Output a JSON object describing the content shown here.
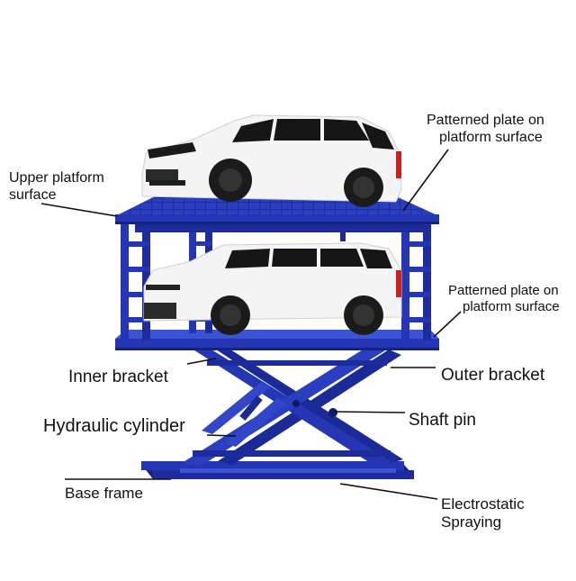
{
  "colors": {
    "frame": "#2436b4",
    "frame_dark": "#15237e",
    "frame_light": "#3d53d6",
    "car_body": "#f4f4f4",
    "car_window": "#161616",
    "leader_line": "#111111",
    "text": "#111111"
  },
  "labels": {
    "patterned_plate_top": {
      "line1": "Patterned plate on",
      "line2": "platform surface"
    },
    "upper_platform": {
      "line1": "Upper platform",
      "line2": "surface"
    },
    "patterned_plate_mid": {
      "line1": "Patterned plate on",
      "line2": "platform surface"
    },
    "inner_bracket": "Inner bracket",
    "outer_bracket": "Outer bracket",
    "hydraulic_cylinder": "Hydraulic cylinder",
    "shaft_pin": "Shaft pin",
    "base_frame": "Base frame",
    "electrostatic_spraying": {
      "line1": "Electrostatic",
      "line2": "Spraying"
    }
  }
}
